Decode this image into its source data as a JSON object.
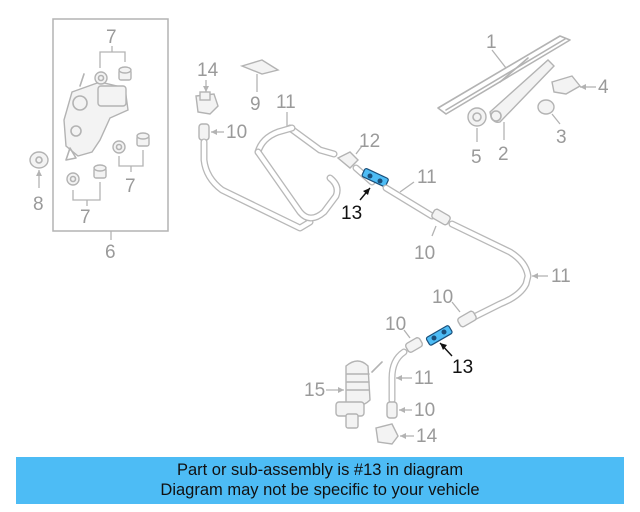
{
  "diagram": {
    "callouts": {
      "c1": "1",
      "c2": "2",
      "c3": "3",
      "c4": "4",
      "c5": "5",
      "c6": "6",
      "c7a": "7",
      "c7b": "7",
      "c7c": "7",
      "c8": "8",
      "c9": "9",
      "c10a": "10",
      "c10b": "10",
      "c10c": "10",
      "c10d": "10",
      "c10e": "10",
      "c11a": "11",
      "c11b": "11",
      "c11c": "11",
      "c11d": "11",
      "c12": "12",
      "c13a": "13",
      "c13b": "13",
      "c14a": "14",
      "c14b": "14",
      "c15": "15"
    },
    "highlight_color": "#4dbcf5"
  },
  "banner": {
    "line1": "Part or sub-assembly is #13 in diagram",
    "line2": "Diagram may not be specific to your vehicle",
    "background": "#4dbcf5"
  }
}
